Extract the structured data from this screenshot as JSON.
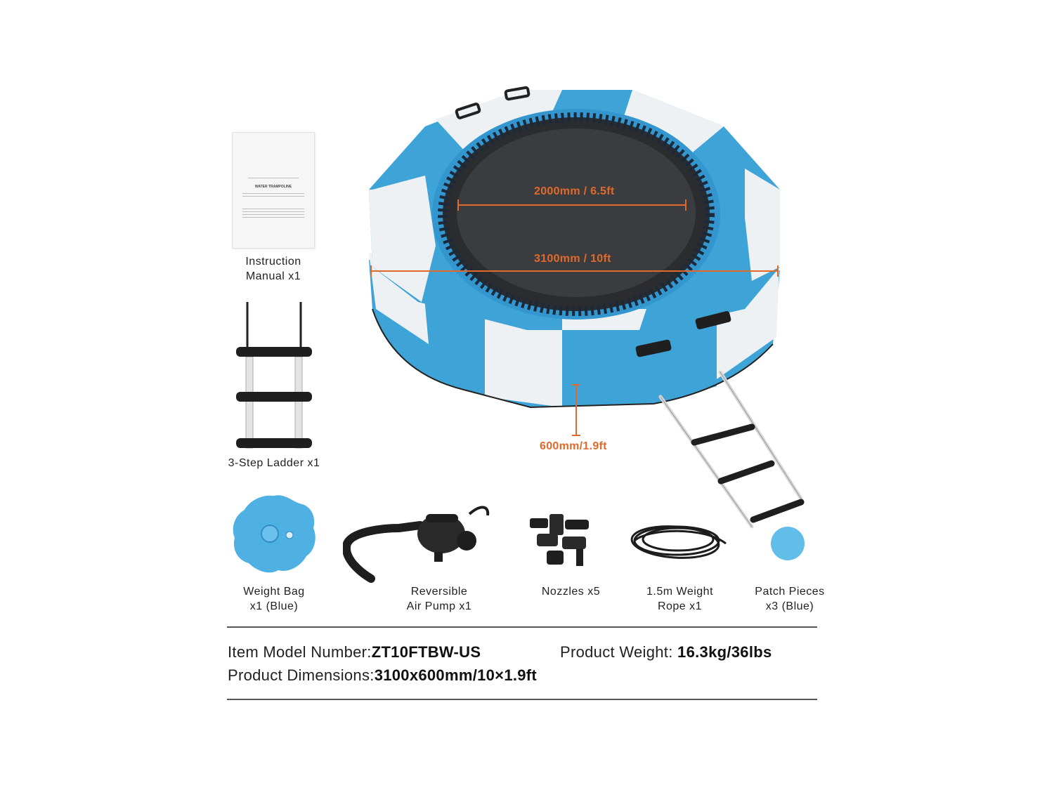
{
  "dimensions": {
    "inner": "2000mm / 6.5ft",
    "outer": "3100mm / 10ft",
    "height": "600mm/1.9ft"
  },
  "manual": {
    "title": "WATER TRAMPOLINE"
  },
  "items": [
    {
      "line1": "Instruction",
      "line2": "Manual x1"
    },
    {
      "line1": "3-Step Ladder x1",
      "line2": ""
    },
    {
      "line1": "Weight Bag",
      "line2": "x1 (Blue)"
    },
    {
      "line1": "Reversible",
      "line2": "Air Pump x1"
    },
    {
      "line1": "Nozzles x5",
      "line2": ""
    },
    {
      "line1": "1.5m Weight",
      "line2": "Rope x1"
    },
    {
      "line1": "Patch Pieces",
      "line2": "x3 (Blue)"
    }
  ],
  "specs": {
    "model_label": "Item Model Number:",
    "model_value": "ZT10FTBW-US",
    "weight_label": "Product Weight:",
    "weight_value": "16.3kg/36lbs",
    "dims_label": "Product Dimensions:",
    "dims_value": "3100x600mm/10×1.9ft"
  },
  "colors": {
    "blue": "#42a9dc",
    "white_panel": "#f1f3f4",
    "mat": "#2f3134",
    "accent_orange": "#e06a2c"
  }
}
